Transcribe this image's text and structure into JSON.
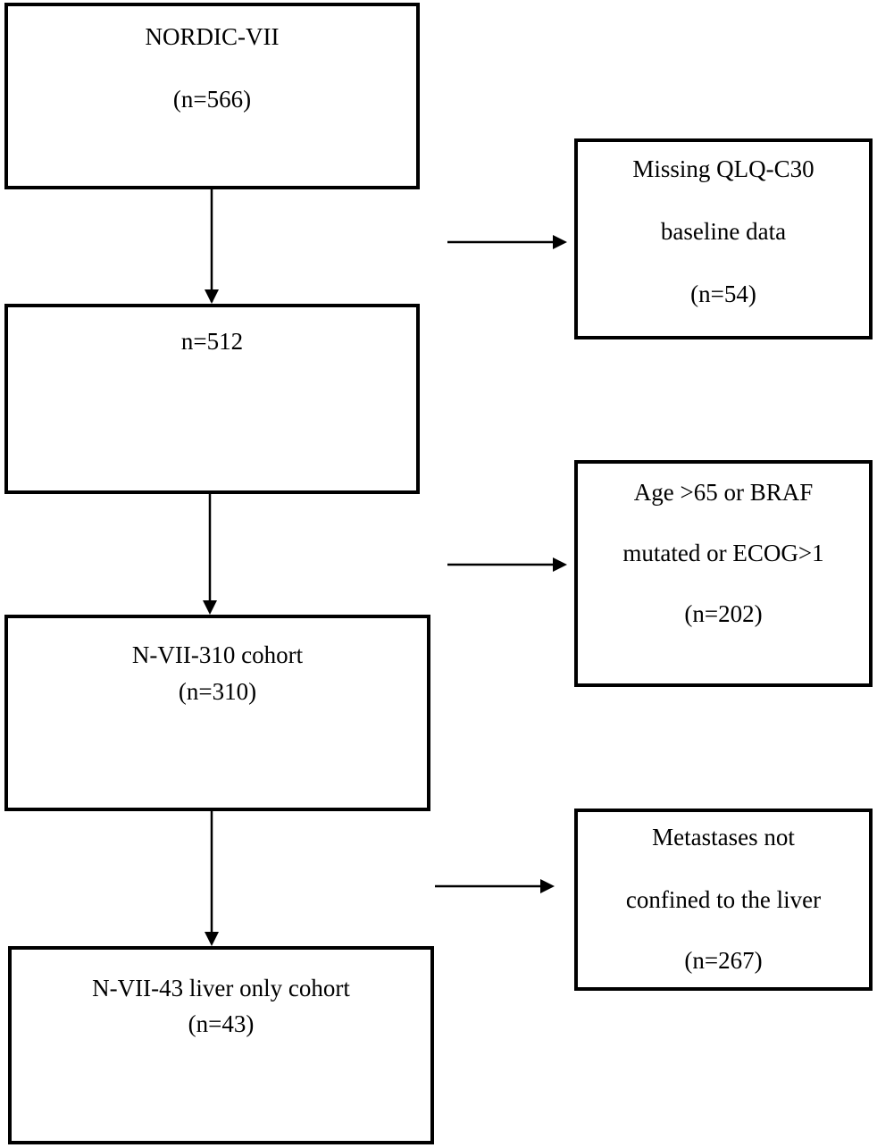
{
  "main_boxes": [
    {
      "lines": [
        "NORDIC-VII",
        "(n=566)"
      ]
    },
    {
      "lines": [
        "n=512"
      ]
    },
    {
      "lines": [
        "N-VII-310 cohort",
        "(n=310)"
      ]
    },
    {
      "lines": [
        "N-VII-43 liver only cohort",
        "(n=43)"
      ]
    }
  ],
  "exclusion_boxes": [
    {
      "lines": [
        "Missing QLQ-C30",
        "baseline data",
        "(n=54)"
      ]
    },
    {
      "lines": [
        "Age >65 or BRAF",
        "mutated or ECOG>1",
        "(n=202)"
      ]
    },
    {
      "lines": [
        "Metastases not",
        "confined to the liver",
        "(n=267)"
      ]
    }
  ]
}
